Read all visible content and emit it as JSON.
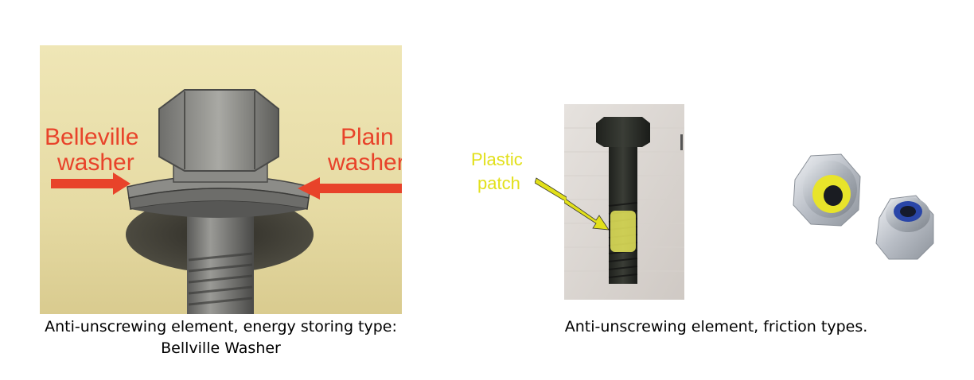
{
  "figure_left": {
    "labels": {
      "belleville_line1": "Belleville",
      "belleville_line2": "washer",
      "plain_line1": "Plain",
      "plain_line2": "washer"
    },
    "caption_line1": "Anti-unscrewing element, energy storing type:",
    "caption_line2": "Bellville Washer",
    "label_color": "#e8432a"
  },
  "figure_middle": {
    "labels": {
      "plastic_line1": "Plastic",
      "plastic_line2": "patch"
    },
    "label_color": "#e2e01a"
  },
  "figure_right": {},
  "caption_right": "Anti-unscrewing element, friction types."
}
